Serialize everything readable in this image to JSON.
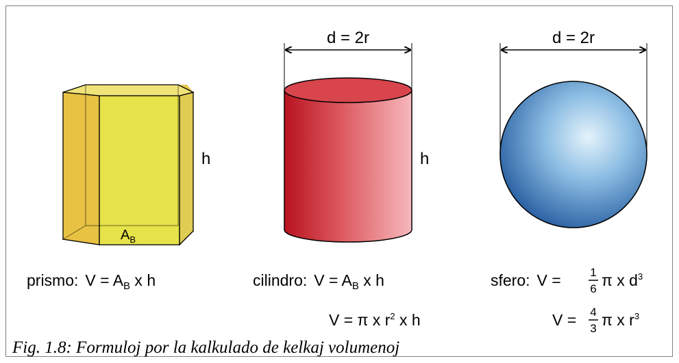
{
  "dimension_labels": {
    "cylinder_diameter": "d = 2r",
    "sphere_diameter": "d = 2r",
    "prism_height": "h",
    "cylinder_height": "h",
    "prism_base_main": "A",
    "prism_base_sub": "B"
  },
  "formulas": {
    "prism": {
      "name": "prismo:",
      "v": "V = A",
      "sub": "B",
      "rest": " x h"
    },
    "cylinder_1": {
      "name": "cilindro:",
      "v": "V = A",
      "sub": "B",
      "rest": " x h"
    },
    "cylinder_2": {
      "v": "V = π x r",
      "sup": "2",
      "rest": " x h"
    },
    "sphere_1": {
      "name": "sfero:",
      "v": "V = ",
      "num": "1",
      "den": "6",
      "pi": "π x d",
      "sup": "3"
    },
    "sphere_2": {
      "v": "V = ",
      "num": "4",
      "den": "3",
      "pi": "π x r",
      "sup": "3"
    }
  },
  "caption": "Fig. 1.8: Formuloj por la kalkulado de kelkaj volumenoj",
  "colors": {
    "prism_fill": "#e8d44a",
    "prism_side": "#d9b94a",
    "prism_base": "#e58e3a",
    "cylinder_dark": "#c0262e",
    "cylinder_light": "#f5b4b8",
    "sphere_light": "#dceef8",
    "sphere_dark": "#2e66a6"
  }
}
